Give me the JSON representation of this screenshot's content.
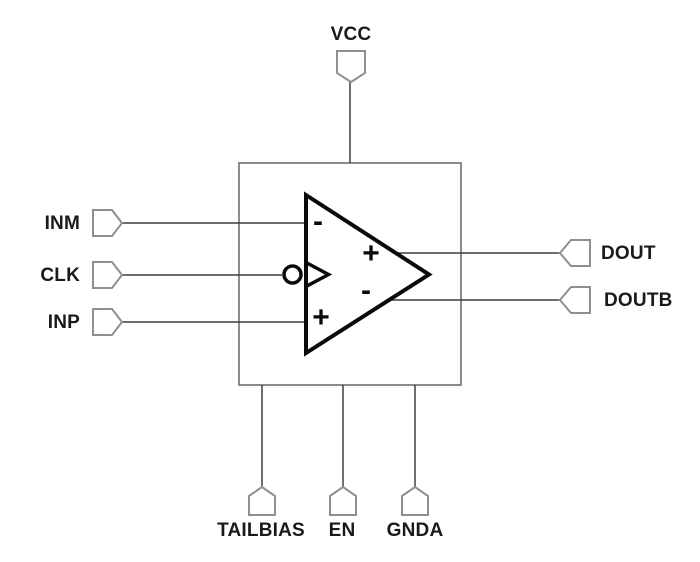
{
  "diagram": {
    "colors": {
      "wire": "#3f3f3f",
      "component_outline": "#6f6f6f",
      "pin_outline": "#8f8f8f",
      "symbol": "#0a0a0a",
      "label": "#1a1a1a",
      "background": "#ffffff"
    },
    "pins": {
      "top": [
        {
          "label": "VCC"
        }
      ],
      "left": [
        {
          "label": "INM"
        },
        {
          "label": "CLK"
        },
        {
          "label": "INP"
        }
      ],
      "right": [
        {
          "label": "DOUT"
        },
        {
          "label": "DOUTB"
        }
      ],
      "bottom": [
        {
          "label": "TAILBIAS"
        },
        {
          "label": "EN"
        },
        {
          "label": "GNDA"
        }
      ]
    },
    "opamp": {
      "input_markers": {
        "top": "-",
        "bottom": "+"
      },
      "output_markers": {
        "top": "+",
        "bottom": "-"
      }
    }
  }
}
